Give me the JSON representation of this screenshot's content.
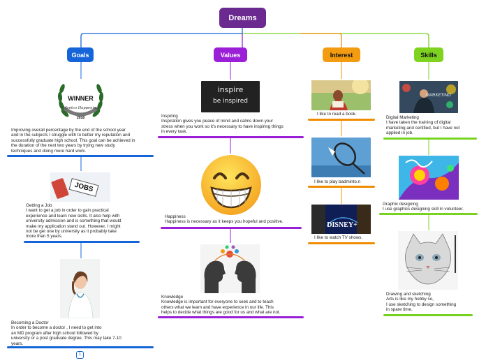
{
  "root": {
    "label": "Dreams"
  },
  "colors": {
    "root": "#6a2a8f",
    "goals": "#1565d8",
    "values": "#9b1fd6",
    "interest": "#f08c00",
    "skills": "#79d220"
  },
  "branches": {
    "goals": {
      "label": "Goals",
      "items": [
        {
          "text": "Improving overall percentage by the end of the school year\nand in the subjects I struggle with to better my reputation and\nsuccessfully graduate high school. This goal can be achieved in\nthe duration of the next two years by trying new study\ntechniques and doing more hard work.",
          "image": {
            "title": "WINNER",
            "subtitle": "Montco Happening",
            "year": "2018"
          }
        },
        {
          "text": "Getting a Job\n I want to get a job in order to gain practical\nexperience and learn new skills. It also help with\nuniversity admission and is something that would\nmake my application stand out. However, I might\nnot be get one by university as it probably take\nmore than 5 years.",
          "image": {
            "word": "JOBS"
          }
        },
        {
          "text": "Becoming a Doctor\n In order to become a doctor , I need to get into\nan MD program after high school followed by\nuniversity or a post graduate degree. This may take 7-10\nyears."
        }
      ],
      "collapse_badge": "1"
    },
    "values": {
      "label": "Values",
      "items": [
        {
          "text": "Inspiring\nInspiration gives you peace of mind and calms down your\nstress when you work so it's necessary to have inspiring things\nin every task.",
          "image": {
            "line1": "inspire",
            "line2": "be inspired"
          }
        },
        {
          "text": "Happiness\nHappiness is necessary as it keeps you hopeful and positive."
        },
        {
          "text": "Knowledge\nKnowledge is important for everyone to seek and to teach\nothers what we learn and have experience in our life. This\nhelps to decide what things are good for us and what are not."
        }
      ]
    },
    "interest": {
      "label": "Interest",
      "items": [
        {
          "text": "I like to read a book."
        },
        {
          "text": "I like to play badminto.n"
        },
        {
          "text": "I like to watch TV shows.",
          "image": {
            "brand": "DISNEY+"
          }
        }
      ]
    },
    "skills": {
      "label": "Skills",
      "items": [
        {
          "text": "Digital Marketing\nI have taken the training of digital\nmarketing and certified, but I have not\napplied in job.",
          "image": {
            "word": "MARKETING"
          }
        },
        {
          "text": "Graphic designing\nI use graphics designing skill in volunteer."
        },
        {
          "text": "Drawing and sketching\n Arts is like my hobby so,\n I use sketching to design something\n in spare time."
        }
      ]
    }
  }
}
